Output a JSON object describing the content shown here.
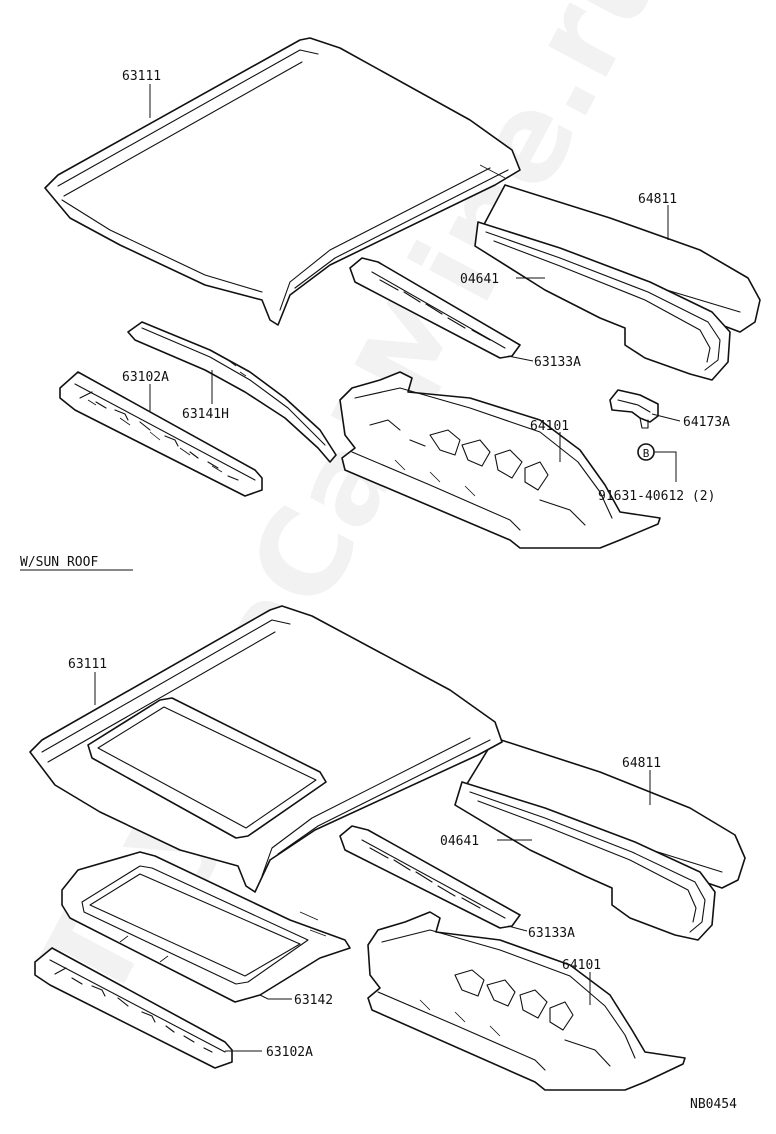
{
  "section_title": "W/SUN ROOF",
  "diagram_code": "NB0454",
  "watermark": "ToyotaCatMine.ru",
  "upper_labels": {
    "roof_panel": "63111",
    "rear_window_frame": "64811",
    "weatherstrip": "04641",
    "rear_reinforcement": "63133A",
    "front_reinforcement": "63102A",
    "roof_bow": "63141H",
    "package_tray": "64101",
    "bracket": "64173A",
    "bolt": "91631-40612 (2)",
    "bolt_marker": "B"
  },
  "lower_labels": {
    "roof_panel": "63111",
    "rear_window_frame": "64811",
    "weatherstrip": "04641",
    "rear_reinforcement": "63133A",
    "package_tray": "64101",
    "sunroof_reinforcement": "63142",
    "front_reinforcement": "63102A"
  }
}
